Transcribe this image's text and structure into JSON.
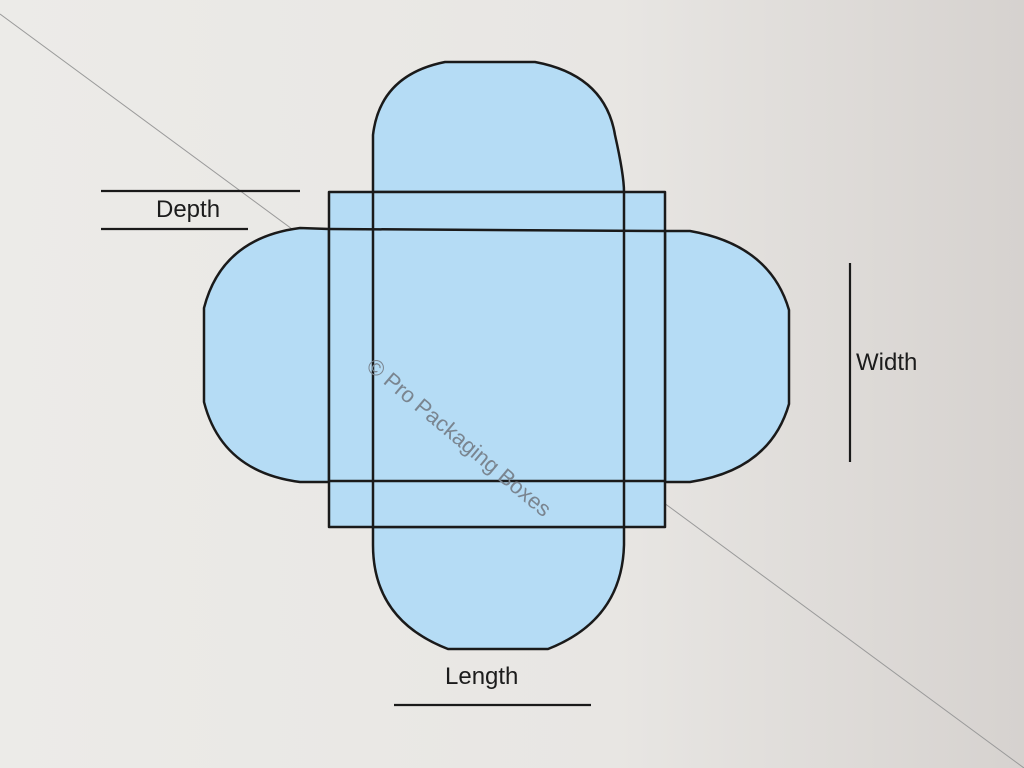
{
  "labels": {
    "depth": "Depth",
    "width": "Width",
    "length": "Length"
  },
  "watermark": "© Pro Packaging Boxes",
  "colors": {
    "panel_fill": "#b5dcf5",
    "outline": "#1a1a1a",
    "background": "#e9e8e6",
    "watermark": "#7a8590"
  }
}
